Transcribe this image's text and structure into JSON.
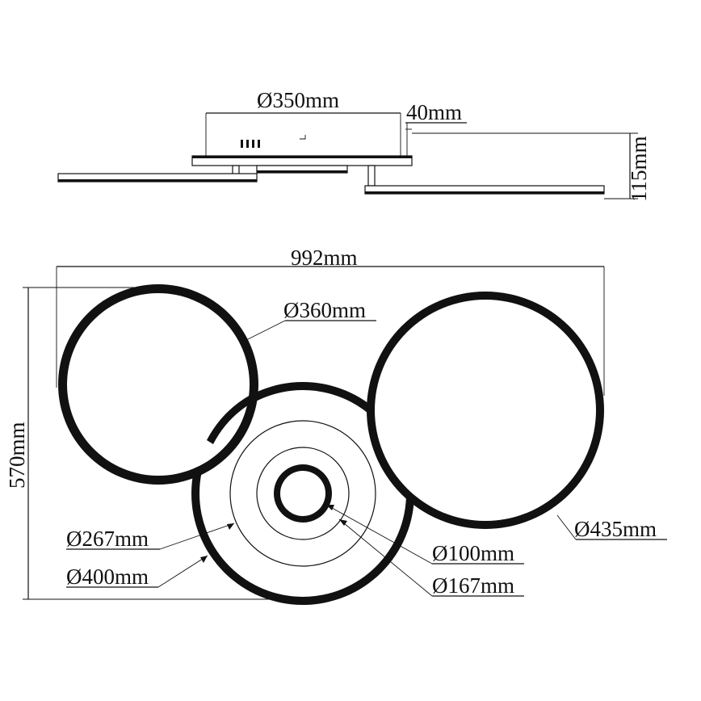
{
  "side_view": {
    "canopy_diameter": "Ø350mm",
    "canopy_height": "40mm",
    "total_height": "115mm"
  },
  "top_view": {
    "overall_width": "992mm",
    "overall_depth": "570mm",
    "ring_left_diameter": "Ø360mm",
    "ring_right_diameter": "Ø435mm",
    "ring_center_diameter": "Ø400mm",
    "disc_267_diameter": "Ø267mm",
    "disc_167_diameter": "Ø167mm",
    "disc_100_diameter": "Ø100mm"
  },
  "colors": {
    "ink": "#111111",
    "paper": "#ffffff"
  }
}
